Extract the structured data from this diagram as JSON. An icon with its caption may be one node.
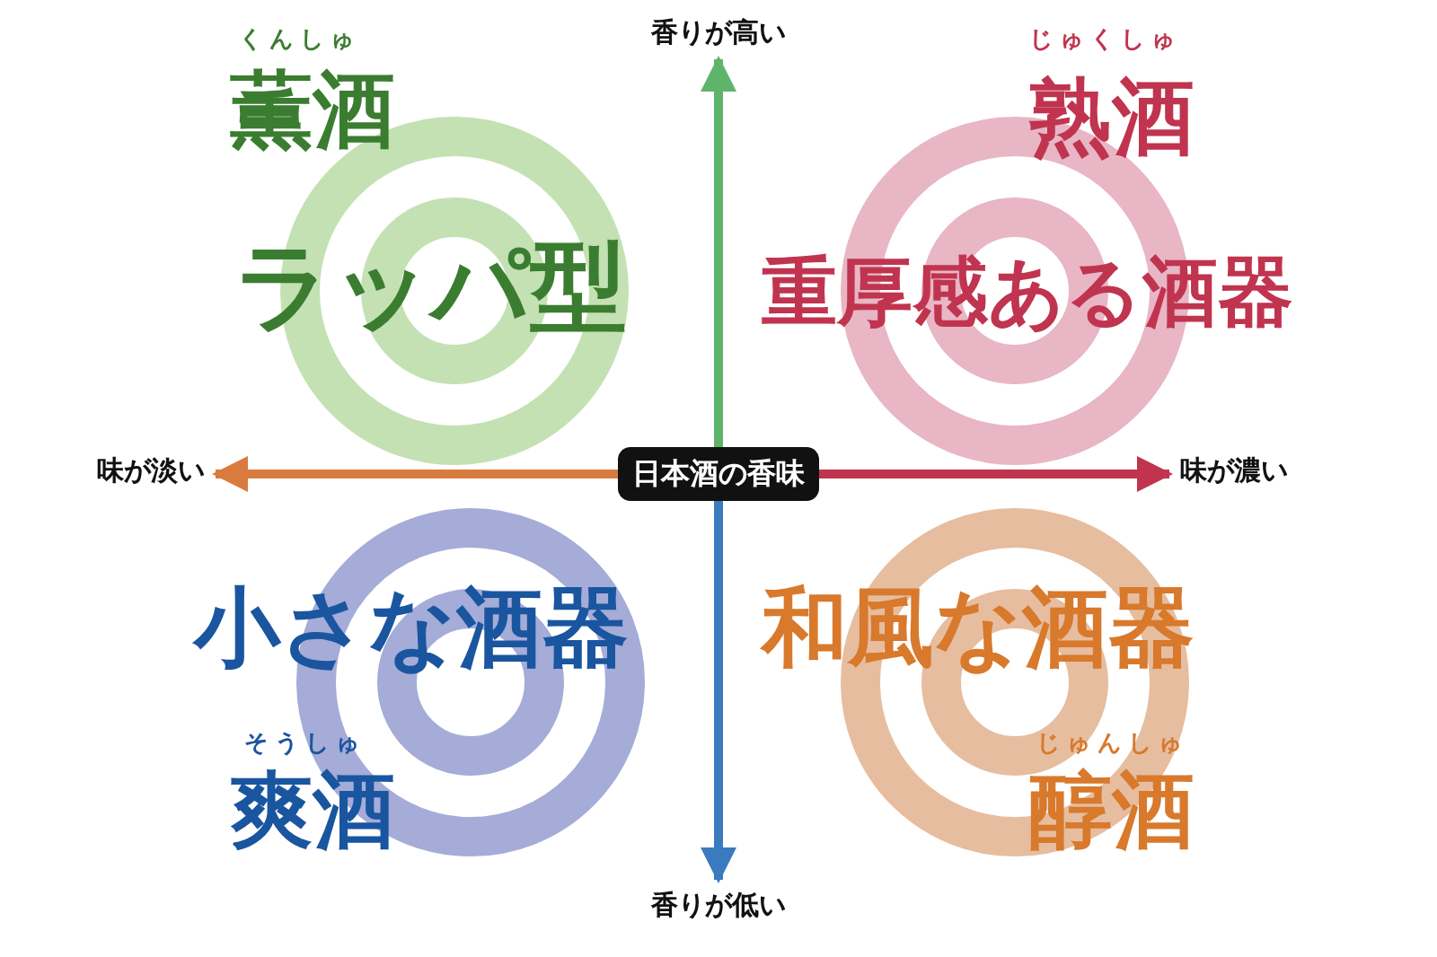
{
  "diagram": {
    "nodes": [
      {
        "text": [
          "香りが高い"
        ]
      },
      {
        "text": [
          "味が淡い"
        ]
      },
      {
        "text": [
          "日本酒の香味"
        ]
      },
      {
        "text": [
          "味が濃い"
        ]
      },
      {
        "text": [
          "香りが低い"
        ]
      }
    ],
    "edges": [
      {
        "from": 2,
        "to": 0,
        "arrow": "to",
        "color": "#5db46a"
      },
      {
        "from": 2,
        "to": 1,
        "arrow": "to",
        "color": "#d97b3f"
      },
      {
        "from": 2,
        "to": 3,
        "arrow": "to",
        "color": "#c0344f"
      },
      {
        "from": 2,
        "to": 4,
        "arrow": "to",
        "color": "#3a7bbf"
      }
    ],
    "labels": [
      "くんしゅ",
      "じゅくしゅ",
      "薫酒",
      "熟酒",
      "ラッパ型",
      "重厚感ある酒器",
      "小さな酒器",
      "和風な酒器",
      "そうしゅ",
      "じゅんしゅ",
      "爽酒",
      "醇酒"
    ]
  }
}
